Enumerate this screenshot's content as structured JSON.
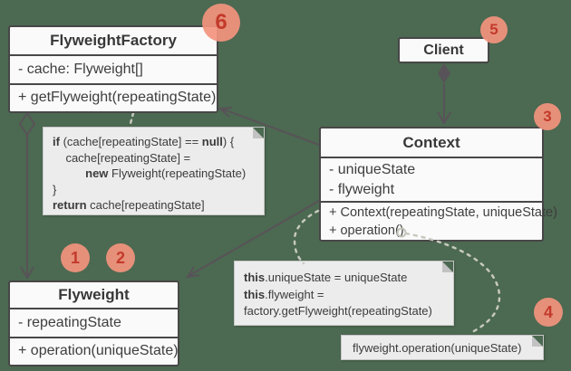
{
  "diagram": {
    "pattern_name": "Flyweight structure diagram"
  },
  "colors": {
    "background": "#4c6951",
    "box_fill": "#fafafa",
    "box_border": "#474747",
    "note_fill": "#ececec",
    "line": "#585358",
    "dashed_line": "#c6c9bd",
    "badge_fill": "#f3947e",
    "badge_text": "#c33a2b"
  },
  "classes": {
    "factory": {
      "title": "FlyweightFactory",
      "attributes": [
        "- cache: Flyweight[]"
      ],
      "methods": [
        "+ getFlyweight(repeatingState)"
      ]
    },
    "client": {
      "title": "Client"
    },
    "context": {
      "title": "Context",
      "attributes": [
        "- uniqueState",
        "- flyweight"
      ],
      "methods": [
        "+ Context(repeatingState, uniqueState)",
        "+ operation()"
      ]
    },
    "flyweight": {
      "title": "Flyweight",
      "attributes": [
        "- repeatingState"
      ],
      "methods": [
        "+ operation(uniqueState)"
      ]
    }
  },
  "notes": {
    "factory_code": {
      "lines": [
        [
          {
            "t": "if",
            "b": true
          },
          {
            "t": " (cache[repeatingState] == "
          },
          {
            "t": "null",
            "b": true
          },
          {
            "t": ") {"
          }
        ],
        [
          {
            "t": "    cache[repeatingState] ="
          }
        ],
        [
          {
            "t": "          "
          },
          {
            "t": "new",
            "b": true
          },
          {
            "t": " Flyweight(repeatingState)"
          }
        ],
        [
          {
            "t": "}"
          }
        ],
        [
          {
            "t": "return",
            "b": true
          },
          {
            "t": " cache[repeatingState]"
          }
        ]
      ]
    },
    "context_ctor_code": {
      "lines": [
        [
          {
            "t": "this",
            "b": true
          },
          {
            "t": ".uniqueState = uniqueState"
          }
        ],
        [
          {
            "t": "this",
            "b": true
          },
          {
            "t": ".flyweight ="
          }
        ],
        [
          {
            "t": "factory.getFlyweight(repeatingState)"
          }
        ]
      ]
    },
    "operation_code": {
      "lines": [
        [
          {
            "t": "flyweight.operation(uniqueState)"
          }
        ]
      ]
    }
  },
  "badges": {
    "b1": "1",
    "b2": "2",
    "b3": "3",
    "b4": "4",
    "b5": "5",
    "b6": "6"
  }
}
